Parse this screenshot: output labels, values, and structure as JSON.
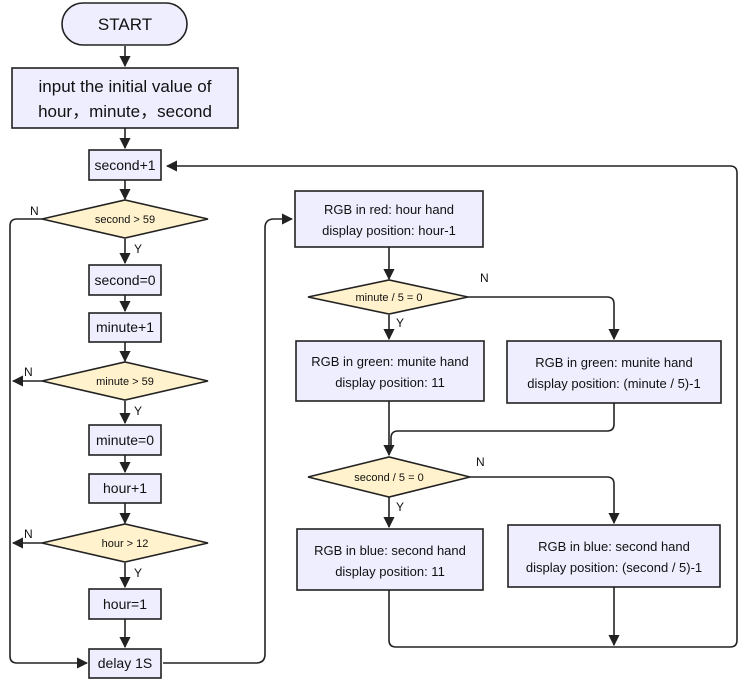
{
  "nodes": {
    "start": "START",
    "input_line1": "input the initial value of",
    "input_line2": "hour，minute，second",
    "second_inc": "second+1",
    "second_check": "second > 59",
    "second_reset": "second=0",
    "minute_inc": "minute+1",
    "minute_check": "minute > 59",
    "minute_reset": "minute=0",
    "hour_inc": "hour+1",
    "hour_check": "hour > 12",
    "hour_reset": "hour=1",
    "delay": "delay 1S",
    "red_line1": "RGB in red: hour hand",
    "red_line2": "display position: hour-1",
    "minute_div_check": "minute / 5 = 0",
    "green_yes_line1": "RGB in green: munite hand",
    "green_yes_line2": "display position: 11",
    "green_no_line1": "RGB in green: munite hand",
    "green_no_line2": "display position: (minute / 5)-1",
    "second_div_check": "second / 5 = 0",
    "blue_yes_line1": "RGB in blue: second hand",
    "blue_yes_line2": "display position: 11",
    "blue_no_line1": "RGB in blue: second hand",
    "blue_no_line2": "display position: (second / 5)-1"
  },
  "labels": {
    "yes": "Y",
    "no": "N"
  },
  "colors": {
    "process_fill": "#eeeeff",
    "decision_fill": "#fff2cc",
    "stroke": "#222222"
  }
}
